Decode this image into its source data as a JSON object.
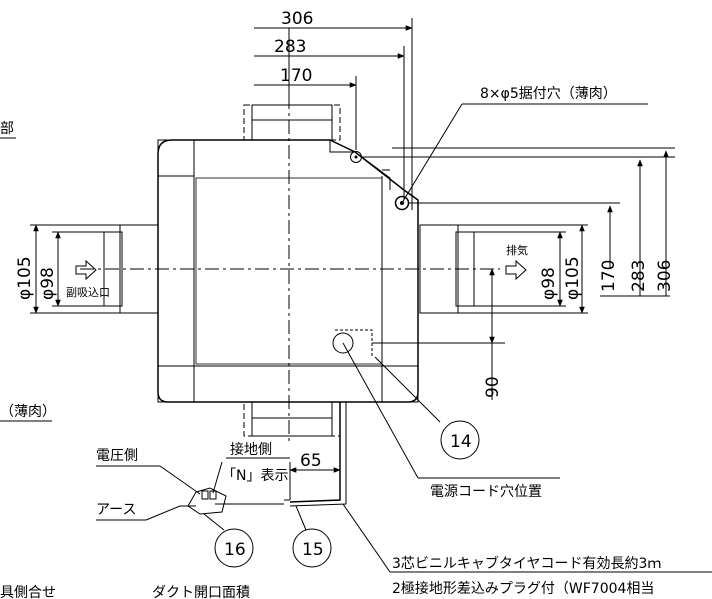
{
  "dims": {
    "top_306": "306",
    "top_283": "283",
    "top_170": "170",
    "right_170": "170",
    "right_283": "283",
    "right_306": "306",
    "left_phi105": "φ105",
    "left_phi98": "φ98",
    "right_phi98": "φ98",
    "right_phi105": "φ105",
    "dim_90": "90",
    "dim_65": "65"
  },
  "labels": {
    "mounting_holes": "8×φ5据付穴（薄肉）",
    "exhaust": "排気",
    "sub_intake": "副吸込口",
    "edge_top": "部",
    "edge_bottom": "（薄肉）",
    "ground_side": "接地側",
    "n_mark": "「N」表示",
    "voltage_side": "電圧側",
    "earth": "アース",
    "cord_hole": "電源コード穴位置",
    "cord_spec_1": "3芯ビニルキャブタイヤコード有効長約3ｍ",
    "cord_spec_2": "2極接地形差込みプラグ付（WF7004相当",
    "bottom_cut_1": "具側合せ",
    "bottom_cut_2": "ダクト開口面積"
  },
  "callouts": {
    "c14": "14",
    "c15": "15",
    "c16": "16"
  }
}
